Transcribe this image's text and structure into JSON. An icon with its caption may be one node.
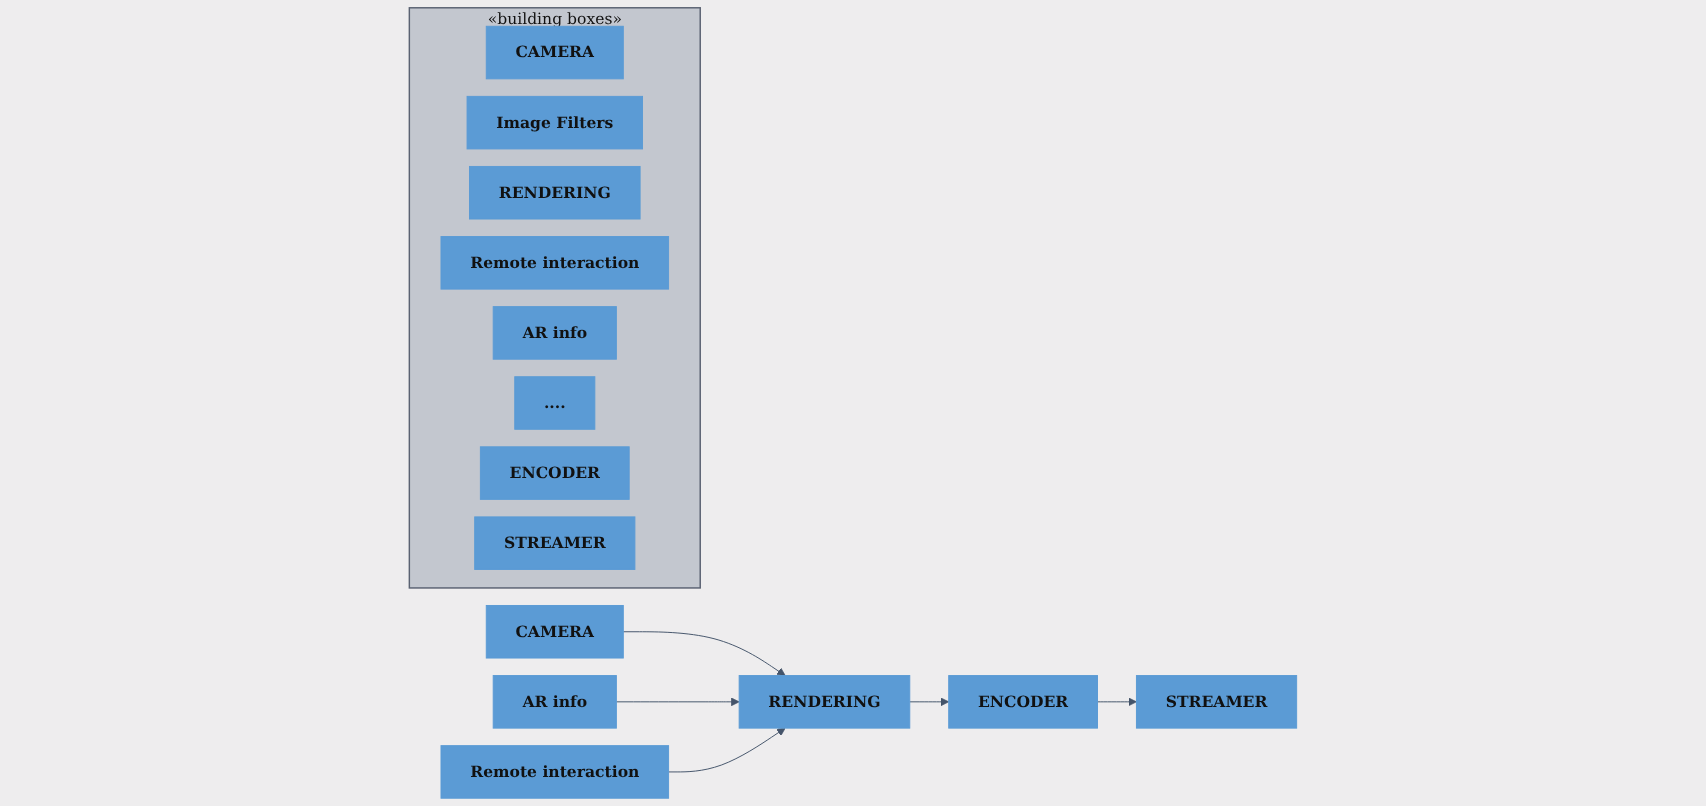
{
  "diagram": {
    "nodes": [
      {
        "text": [
          "«building boxes»"
        ]
      },
      {
        "text": [
          "CAMERA"
        ],
        "in": 0
      },
      {
        "text": [
          "Image Filters"
        ],
        "in": 0
      },
      {
        "text": [
          "RENDERING"
        ],
        "in": 0
      },
      {
        "text": [
          "Remote interaction"
        ],
        "in": 0
      },
      {
        "text": [
          "AR info"
        ],
        "in": 0
      },
      {
        "text": [
          "...."
        ],
        "in": 0
      },
      {
        "text": [
          "ENCODER"
        ],
        "in": 0
      },
      {
        "text": [
          "STREAMER"
        ],
        "in": 0
      },
      {
        "text": [
          "CAMERA"
        ]
      },
      {
        "text": [
          "RENDERING"
        ]
      },
      {
        "text": [
          "AR info"
        ]
      },
      {
        "text": [
          "Remote interaction"
        ]
      },
      {
        "text": [
          "ENCODER"
        ]
      },
      {
        "text": [
          "STREAMER"
        ]
      }
    ],
    "edges": [
      {
        "from": 9,
        "to": 10,
        "arrow": "to"
      },
      {
        "from": 11,
        "to": 10,
        "arrow": "to"
      },
      {
        "from": 12,
        "to": 10,
        "arrow": "to"
      },
      {
        "from": 10,
        "to": 13,
        "arrow": "to"
      },
      {
        "from": 13,
        "to": 14,
        "arrow": "to"
      }
    ]
  }
}
